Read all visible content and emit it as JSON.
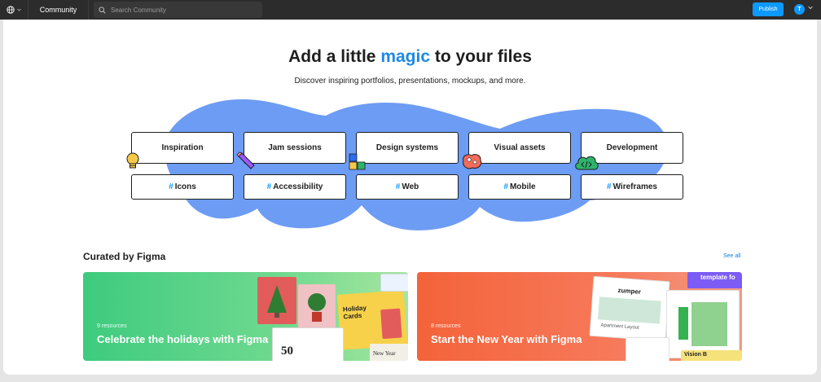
{
  "topbar": {
    "community_label": "Community",
    "search_placeholder": "Search Community",
    "publish_label": "Publish",
    "avatar_initial": "T"
  },
  "hero": {
    "title_before": "Add a little ",
    "title_highlight": "magic",
    "title_after": " to your files",
    "subtitle": "Discover inspiring portfolios, presentations, mockups, and more."
  },
  "categories": [
    "Inspiration",
    "Jam sessions",
    "Design systems",
    "Visual assets",
    "Development"
  ],
  "tags": [
    {
      "hash": "#",
      "label": "Icons"
    },
    {
      "hash": "#",
      "label": "Accessibility"
    },
    {
      "hash": "#",
      "label": "Web"
    },
    {
      "hash": "#",
      "label": "Mobile"
    },
    {
      "hash": "#",
      "label": "Wireframes"
    }
  ],
  "curated": {
    "title": "Curated by Figma",
    "see_all": "See all",
    "banners": [
      {
        "count": "9 resources",
        "title": "Celebrate the holidays with Figma",
        "color": "#3ecb7f"
      },
      {
        "count": "8 resources",
        "title": "Start the New Year with Figma",
        "color": "#f4633a"
      }
    ],
    "holiday_card_text": "Holiday Cards",
    "zumper_text": "zumper",
    "apartment_text": "Apartment Layout",
    "template_text": "template fo",
    "vision_text": "Vision B",
    "fifty_text": "50",
    "newyear_text": "New Year"
  },
  "colors": {
    "accent": "#0d99ff",
    "blob": "#6d9cf4",
    "topbar": "#2c2c2c"
  }
}
